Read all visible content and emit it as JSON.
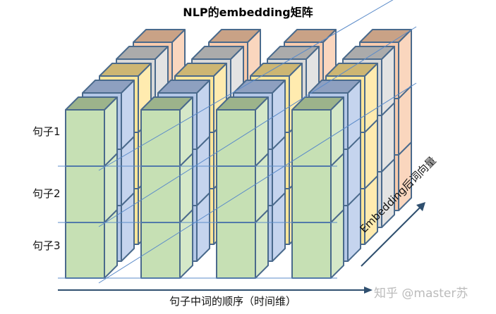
{
  "title": "NLP的embedding矩阵",
  "rows": [
    {
      "label": "句子1"
    },
    {
      "label": "句子2"
    },
    {
      "label": "句子3"
    }
  ],
  "x_axis_label": "句子中词的顺序（时间维）",
  "z_axis_label": "Embedding后词向量",
  "watermark": "知乎 @master苏",
  "columns": 4,
  "layers": [
    {
      "name": "layer-1",
      "front": "#C6E0B4",
      "top": "#9CB38B",
      "side": "#D5E8C8"
    },
    {
      "name": "layer-2",
      "front": "#B4C7E7",
      "top": "#8EA0C0",
      "side": "#C5D4EE"
    },
    {
      "name": "layer-3",
      "front": "#FFE699",
      "top": "#CDB673",
      "side": "#FFEBAF"
    },
    {
      "name": "layer-4",
      "front": "#D9D9D9",
      "top": "#ABABAB",
      "side": "#E3E3E3"
    },
    {
      "name": "layer-5",
      "front": "#F8CBAD",
      "top": "#C9A286",
      "side": "#FAD6BE"
    }
  ],
  "colors": {
    "stroke": "#4A6A8C",
    "axis": "#2F4F6F",
    "grid": "#5B8BC9"
  }
}
